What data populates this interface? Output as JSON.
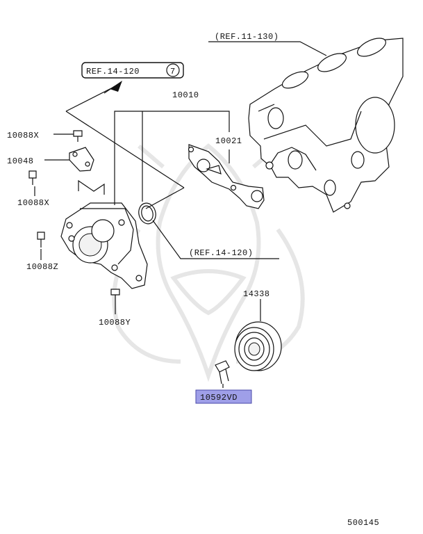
{
  "callouts": {
    "ref_11_130": "(REF.11-130)",
    "ref_14_120_box": "REF.14-120",
    "ref_14_120_circle": "7",
    "ref_14_120_paren": "(REF.14-120)",
    "p10010": "10010",
    "p10021": "10021",
    "p10088x_top": "10088X",
    "p10048": "10048",
    "p10088x_bottom": "10088X",
    "p10088z": "10088Z",
    "p10088y": "10088Y",
    "p14338": "14338",
    "p10592vd": "10592VD"
  },
  "highlight_color": "#9f9fe8",
  "footer": {
    "diagram_code": "500145"
  }
}
